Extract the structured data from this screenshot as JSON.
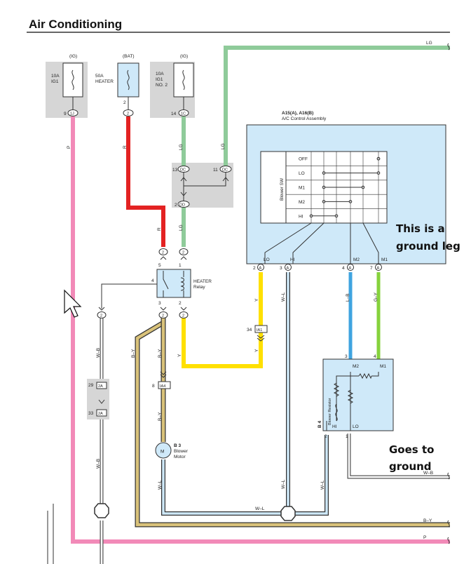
{
  "page": {
    "title": "Air Conditioning"
  },
  "fuses": {
    "ig1": {
      "supply": "(IG)",
      "rating": "10A",
      "name": "IG1",
      "pin": "9",
      "connector": "1J"
    },
    "heater": {
      "supply": "(BAT)",
      "rating": "50A",
      "name": "HEATER",
      "pin": "2",
      "connector": "2"
    },
    "ig1no2": {
      "supply": "(IG)",
      "rating": "10A",
      "name1": "IG1",
      "name2": "NO. 2",
      "pin": "14",
      "connector": "1C"
    }
  },
  "junction": {
    "left_pin": "13",
    "left_conn": "DC",
    "right_pin": "11",
    "right_conn": "DC",
    "bottom_pin": "2",
    "bottom_conn": "DD"
  },
  "relay": {
    "name": "HEATER",
    "subname": "Relay",
    "pins": [
      "5",
      "1",
      "4",
      "3",
      "2"
    ],
    "conn_labels": [
      "2",
      "2",
      "2",
      "2",
      "2"
    ]
  },
  "control": {
    "title": "A15(A), A16(B)",
    "subtitle": "A/C Control Assembly",
    "switch_label": "Blower SW",
    "rows": [
      "OFF",
      "LO",
      "M1",
      "M2",
      "HI"
    ],
    "terminals": [
      "LO",
      "HI",
      "M2",
      "M1"
    ],
    "pins": [
      "2",
      "3",
      "4",
      "7"
    ],
    "conn": "A"
  },
  "wires": {
    "lg": "LG",
    "p": "P",
    "r": "R",
    "y": "Y",
    "wl": "W–L",
    "wb": "W–B",
    "by": "B–Y",
    "lb": "L–B",
    "gy": "G–Y"
  },
  "splices": {
    "ia1": {
      "pin": "34",
      "name": "IA1"
    },
    "ia4": {
      "pin": "8",
      "name": "IA4"
    },
    "s2a_top": {
      "pin": "29",
      "name": "2A"
    },
    "s2a_bot": {
      "pin": "33",
      "name": "2A"
    },
    "left_conn": "2"
  },
  "motor": {
    "id": "B 3",
    "name1": "Blower",
    "name2": "Motor",
    "symbol": "M"
  },
  "resistor": {
    "id": "B 4",
    "name": "Blower Resistor",
    "m2": "M2",
    "m1": "M1",
    "hi": "HI",
    "lo": "LO",
    "pin_hi": "2",
    "pin_lo": "1",
    "pin_m2": "3",
    "pin_m1": "4"
  },
  "annotations": {
    "ground_leg_1": "This is a",
    "ground_leg_2": "ground leg",
    "goes_ground_1": "Goes to",
    "goes_ground_2": "ground"
  },
  "colors": {
    "pink": "#f28ab8",
    "red": "#e32222",
    "green": "#8fcb9a",
    "yellow": "#ffe000",
    "blue": "#3fa4e0",
    "lime": "#86d23c",
    "light_blue": "#cfe9f9",
    "tan": "#d9c27a",
    "gray": "#d6d6d6"
  }
}
